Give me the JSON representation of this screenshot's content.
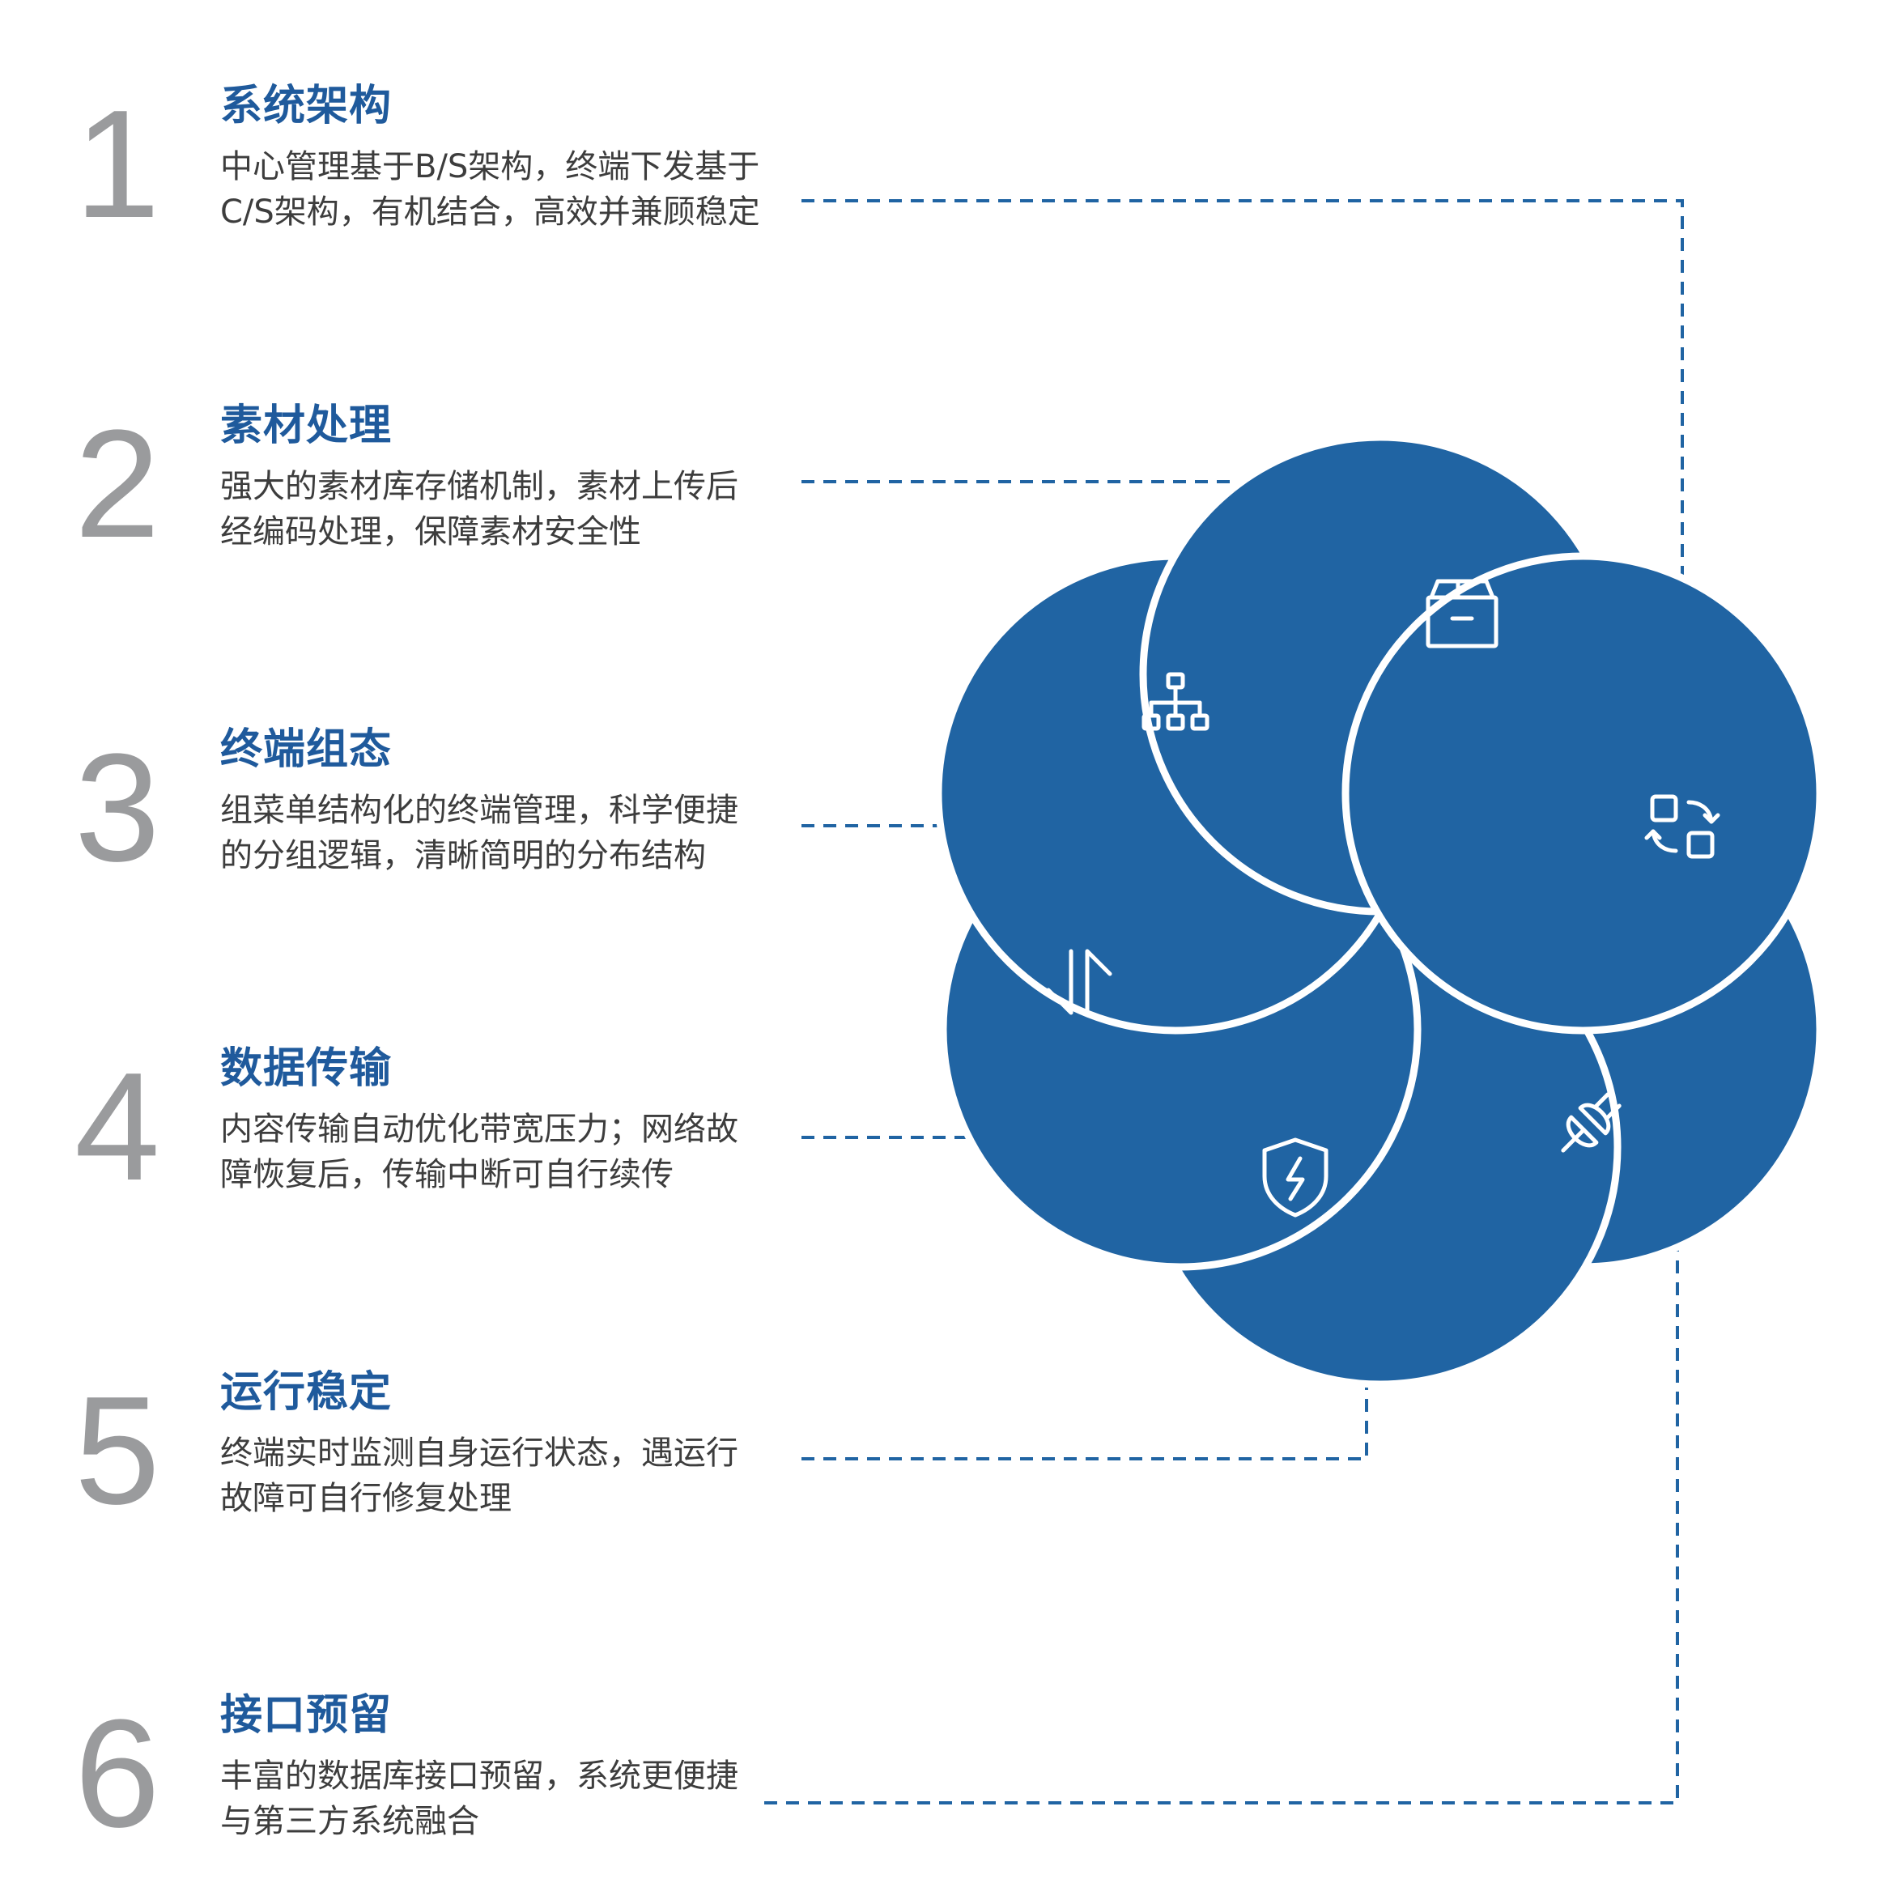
{
  "features": [
    {
      "number": "1",
      "title": "系统架构",
      "desc_lines": [
        "中心管理基于B/S架构，终端下发基于",
        "C/S架构，有机结合，高效并兼顾稳定"
      ]
    },
    {
      "number": "2",
      "title": "素材处理",
      "desc_lines": [
        "强大的素材库存储机制，素材上传后",
        "经编码处理，保障素材安全性"
      ]
    },
    {
      "number": "3",
      "title": "终端组态",
      "desc_lines": [
        "组菜单结构化的终端管理，科学便捷",
        "的分组逻辑，清晰简明的分布结构"
      ]
    },
    {
      "number": "4",
      "title": "数据传输",
      "desc_lines": [
        "内容传输自动优化带宽压力；网络故",
        "障恢复后，传输中断可自行续传"
      ]
    },
    {
      "number": "5",
      "title": "运行稳定",
      "desc_lines": [
        "终端实时监测自身运行状态，遇运行",
        "故障可自行修复处理"
      ]
    },
    {
      "number": "6",
      "title": "接口预留",
      "desc_lines": [
        "丰富的数据库接口预留，系统更便捷",
        "与第三方系统融合"
      ]
    }
  ],
  "petal_icons": [
    "box-icon",
    "org-chart-icon",
    "swap-squares-icon",
    "transfer-arrows-icon",
    "shield-lightning-icon",
    "plug-icon"
  ],
  "colors": {
    "petal_fill": "#2064a3",
    "petal_stroke": "#ffffff",
    "connector": "#2064a3",
    "title": "#1f5a9c",
    "number": "#9a9b9d",
    "text": "#3d3d3d"
  }
}
